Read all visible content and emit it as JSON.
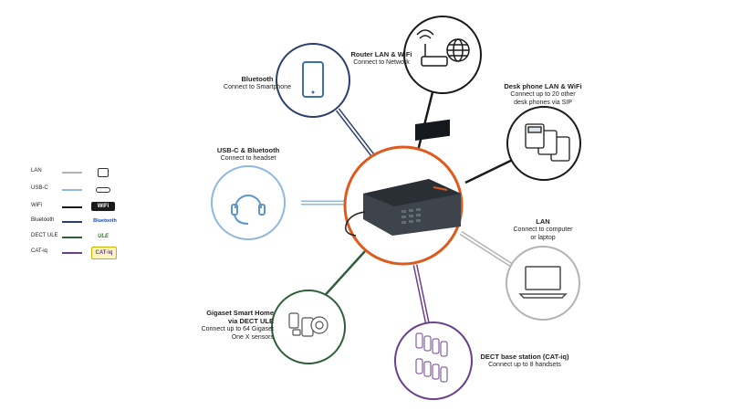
{
  "colors": {
    "hub": "#e0591c",
    "lan": "#b3b3b3",
    "usbc": "#8fb8e0",
    "wifi": "#1a1a1a",
    "bluetooth": "#2a3f6e",
    "dect_ule": "#2f5e3a",
    "cat_iq": "#6a3f8c"
  },
  "nodes": {
    "bluetooth_phone": {
      "title": "Bluetooth",
      "subtitle": "Connect to Smartphone",
      "icon": "smartphone-icon"
    },
    "router": {
      "title": "Router LAN & WiFi",
      "subtitle": "Connect to Network",
      "icon": "router-globe-icon"
    },
    "desk_phone": {
      "title": "Desk phone LAN & WiFi",
      "subtitle1": "Connect up to 20 other",
      "subtitle2": "desk phones via SIP",
      "icon": "desk-phones-icon"
    },
    "usbc_headset": {
      "title": "USB-C & Bluetooth",
      "subtitle": "Connect to headset",
      "icon": "headset-icon"
    },
    "lan_computer": {
      "title": "LAN",
      "subtitle1": "Connect to computer",
      "subtitle2": "or laptop",
      "icon": "laptop-icon"
    },
    "smart_home": {
      "title1": "Gigaset Smart Home",
      "title2": "via DECT ULE",
      "subtitle1": "Connect up to 64 Gigaset",
      "subtitle2": "One X sensors",
      "icon": "sensors-icon"
    },
    "dect_base": {
      "title": "DECT base station (CAT-iq)",
      "subtitle": "Connect up to 8 handsets",
      "icon": "handsets-icon"
    }
  },
  "legend": [
    {
      "label": "LAN",
      "icon_text": ""
    },
    {
      "label": "USB-C",
      "icon_text": ""
    },
    {
      "label": "WiFi",
      "icon_text": "WiFi"
    },
    {
      "label": "Bluetooth",
      "icon_text": "Bluetooth"
    },
    {
      "label": "DECT ULE",
      "icon_text": "ULE"
    },
    {
      "label": "CAT-iq",
      "icon_text": "CAT-iq"
    }
  ]
}
